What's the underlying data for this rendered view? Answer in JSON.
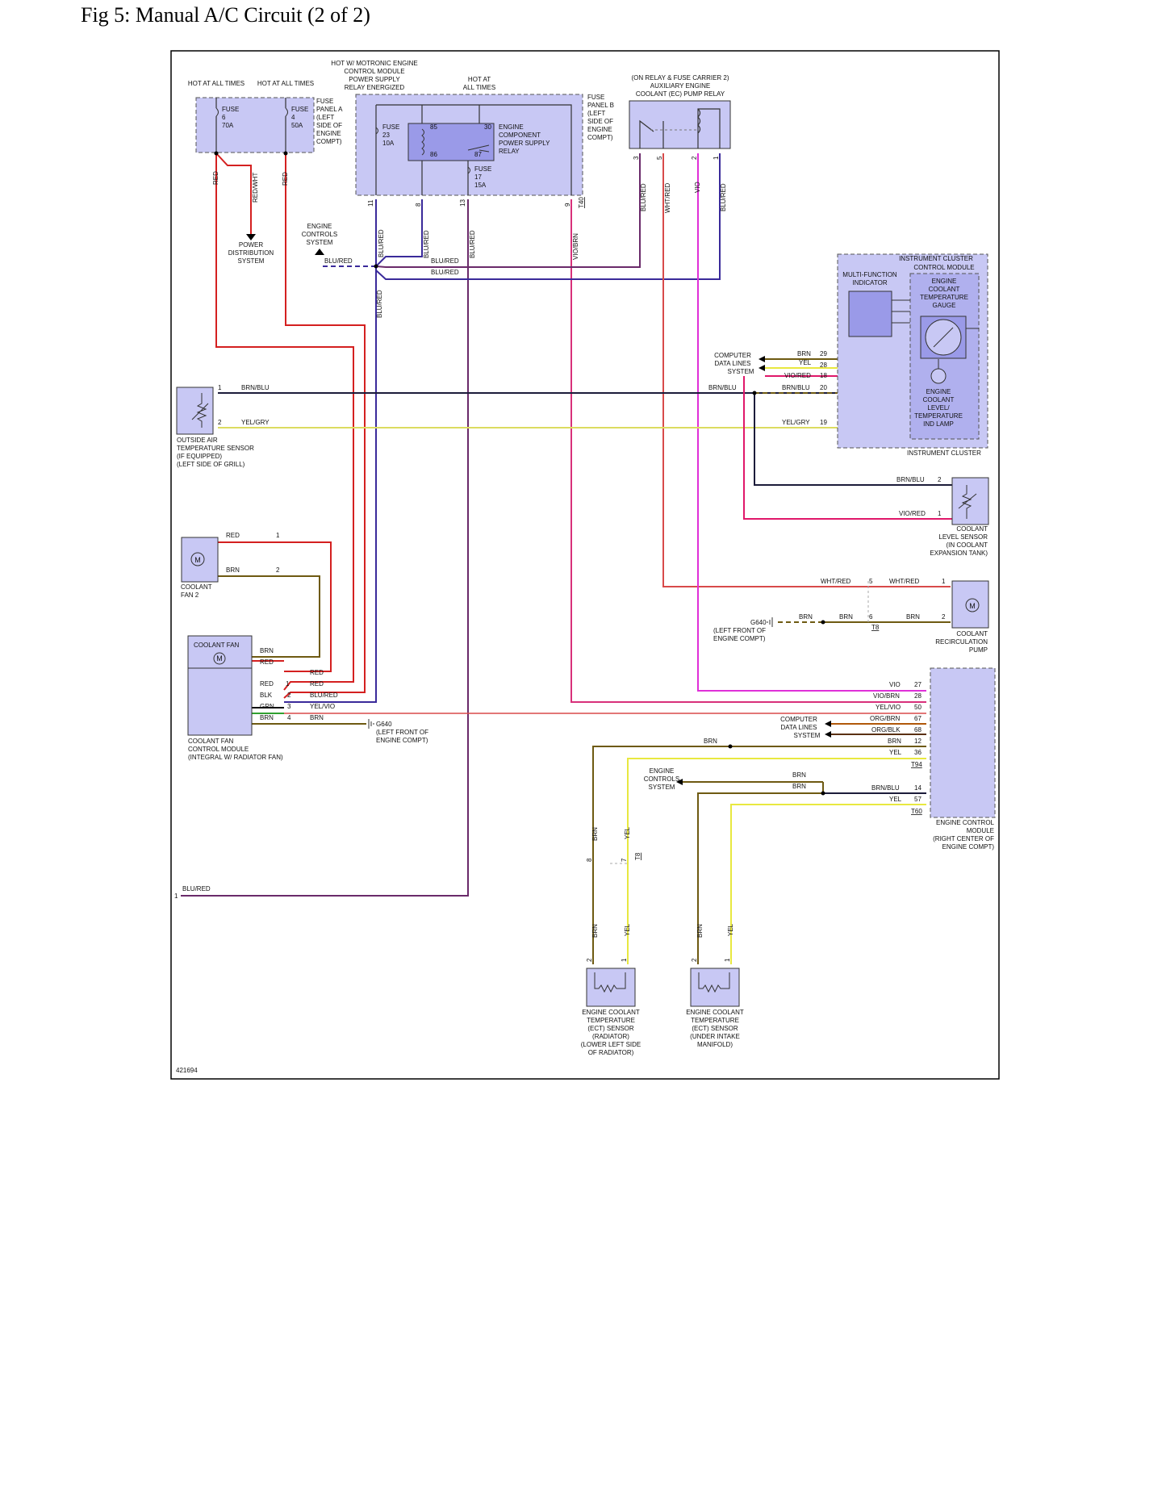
{
  "title": "Fig 5: Manual A/C Circuit (2 of 2)",
  "figure_id": "421694",
  "colors": {
    "RED": "#d42020",
    "REDWHT": "#d42020",
    "BRN": "#6e5a12",
    "BRNBLU": "#1c1c3a",
    "BLURED": "#3a2a9a",
    "VIO": "#e030d8",
    "VIOBRN": "#d8307a",
    "YEL": "#e8e840",
    "YELGRY": "#dcdc60",
    "WHTRED": "#d84a4a",
    "GRN": "#30a030",
    "BLK": "#111111",
    "VIORED": "#e0186a",
    "ORGBRN": "#b0580a",
    "ORGBLK": "#5a3010",
    "component": "#c8c8f4"
  },
  "labels": {
    "hot1": "HOT AT ALL TIMES",
    "hot2": "HOT AT ALL TIMES",
    "hot3a": "HOT W/ MOTRONIC ENGINE",
    "hot3b": "CONTROL MODULE",
    "hot3c": "POWER SUPPLY",
    "hot3d": "RELAY ENERGIZED",
    "hot4a": "HOT AT",
    "hot4b": "ALL TIMES",
    "relay2a": "(ON RELAY & FUSE CARRIER 2)",
    "relay2b": "AUXILIARY ENGINE",
    "relay2c": "COOLANT (EC) PUMP RELAY",
    "fpA": [
      "FUSE",
      "PANEL A",
      "(LEFT",
      "SIDE OF",
      "ENGINE",
      "COMPT)"
    ],
    "fpB": [
      "FUSE",
      "PANEL B",
      "(LEFT",
      "SIDE OF",
      "ENGINE",
      "COMPT)"
    ],
    "fuse6": [
      "FUSE",
      "6",
      "70A"
    ],
    "fuse4": [
      "FUSE",
      "4",
      "50A"
    ],
    "fuse23": [
      "FUSE",
      "23",
      "10A"
    ],
    "fuse17": [
      "FUSE",
      "17",
      "15A"
    ],
    "ecpsr": [
      "ENGINE",
      "COMPONENT",
      "POWER SUPPLY",
      "RELAY"
    ],
    "relay_pins": [
      "85",
      "30",
      "86",
      "87"
    ],
    "pds": [
      "POWER",
      "DISTRIBUTION",
      "SYSTEM"
    ],
    "ecs": [
      "ENGINE",
      "CONTROLS",
      "SYSTEM"
    ],
    "ecs2": [
      "ENGINE",
      "CONTROLS",
      "SYSTEM"
    ],
    "cdls": [
      "COMPUTER",
      "DATA LINES",
      "SYSTEM"
    ],
    "cdls2": [
      "COMPUTER",
      "DATA LINES",
      "SYSTEM"
    ],
    "icm_title": [
      "INSTRUMENT CLUSTER",
      "CONTROL MODULE"
    ],
    "mfi": [
      "MULTI-FUNCTION",
      "INDICATOR"
    ],
    "ectg": [
      "ENGINE",
      "COOLANT",
      "TEMPERATURE",
      "GAUGE"
    ],
    "ecll": [
      "ENGINE",
      "COOLANT",
      "LEVEL/",
      "TEMPERATURE",
      "IND LAMP"
    ],
    "ic": "INSTRUMENT CLUSTER",
    "oats": [
      "OUTSIDE AIR",
      "TEMPERATURE SENSOR",
      "(IF EQUIPPED)",
      "(LEFT SIDE OF GRILL)"
    ],
    "cls": [
      "COOLANT",
      "LEVEL SENSOR",
      "(IN COOLANT",
      "EXPANSION TANK)"
    ],
    "cf2": [
      "COOLANT",
      "FAN 2"
    ],
    "cf": "COOLANT FAN",
    "cfcm": [
      "COOLANT FAN",
      "CONTROL MODULE",
      "(INTEGRAL W/ RADIATOR FAN)"
    ],
    "g640a": [
      "G640",
      "(LEFT FRONT OF",
      "ENGINE COMPT)"
    ],
    "g640b": [
      "G640",
      "(LEFT FRONT OF",
      "ENGINE COMPT)"
    ],
    "crp": [
      "COOLANT",
      "RECIRCULATION",
      "PUMP"
    ],
    "ecm": [
      "ENGINE CONTROL",
      "MODULE",
      "(RIGHT CENTER OF",
      "ENGINE COMPT)"
    ],
    "ect1": [
      "ENGINE COOLANT",
      "TEMPERATURE",
      "(ECT) SENSOR",
      "(RADIATOR)",
      "(LOWER LEFT SIDE",
      "OF RADIATOR)"
    ],
    "ect2": [
      "ENGINE COOLANT",
      "TEMPERATURE",
      "(ECT) SENSOR",
      "(UNDER INTAKE",
      "MANIFOLD)"
    ],
    "M": "M"
  },
  "wires": {
    "red": "RED",
    "redwht": "RED/WHT",
    "blured": "BLU/RED",
    "viobrn": "VIO/BRN",
    "brnblu": "BRN/BLU",
    "yelgry": "YEL/GRY",
    "brn": "BRN",
    "yel": "YEL",
    "viored": "VIO/RED",
    "whtred": "WHT/RED",
    "vio": "VIO",
    "blk": "BLK",
    "grn": "GRN",
    "yelvio": "YEL/VIO",
    "orgbrn": "ORG/BRN",
    "orgblk": "ORG/BLK"
  },
  "pins": {
    "fpb": [
      "11",
      "8",
      "13",
      "9"
    ],
    "t40": "T40",
    "relay2": [
      "3",
      "5",
      "2",
      "1"
    ],
    "ic": [
      "29",
      "28",
      "18",
      "20",
      "19"
    ],
    "oats": [
      "1",
      "2"
    ],
    "cls": [
      "2",
      "1"
    ],
    "cf2": [
      "1",
      "2"
    ],
    "cfcm": [
      "1",
      "2",
      "3",
      "4"
    ],
    "crp": [
      "1",
      "2"
    ],
    "crp_conn": [
      "5",
      "6"
    ],
    "t8": "T8",
    "ecm": [
      "27",
      "28",
      "50",
      "67",
      "68",
      "12",
      "36",
      "14",
      "57"
    ],
    "t94": "T94",
    "t60": "T60",
    "inline": [
      "8",
      "7"
    ],
    "t8b": "T8",
    "ect1": [
      "2",
      "1"
    ],
    "ect2": [
      "2",
      "1"
    ],
    "blured_end": "1"
  }
}
